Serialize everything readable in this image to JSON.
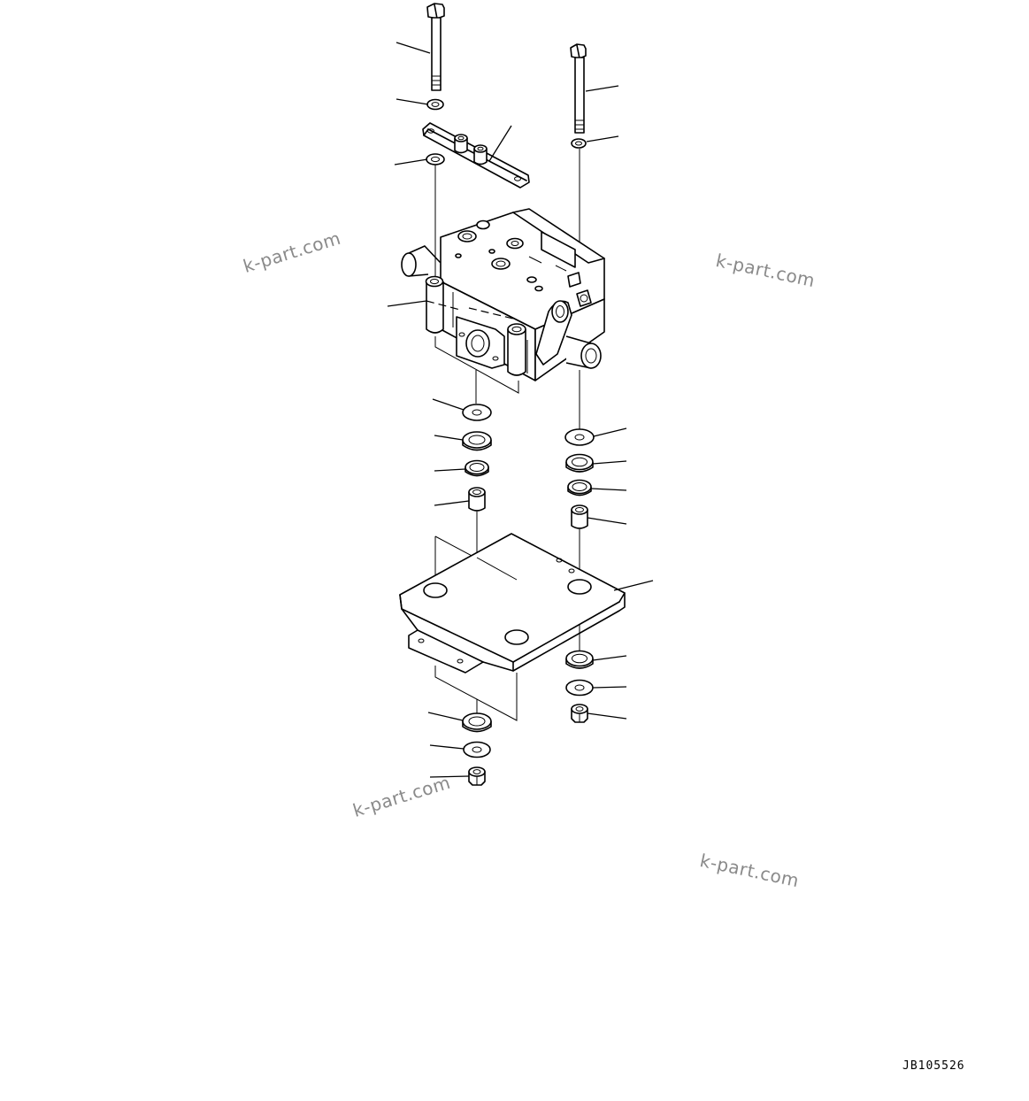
{
  "watermarks": [
    "k-part.com",
    "k-part.com",
    "k-part.com",
    "k-part.com"
  ],
  "drawing_id": "JB105526"
}
